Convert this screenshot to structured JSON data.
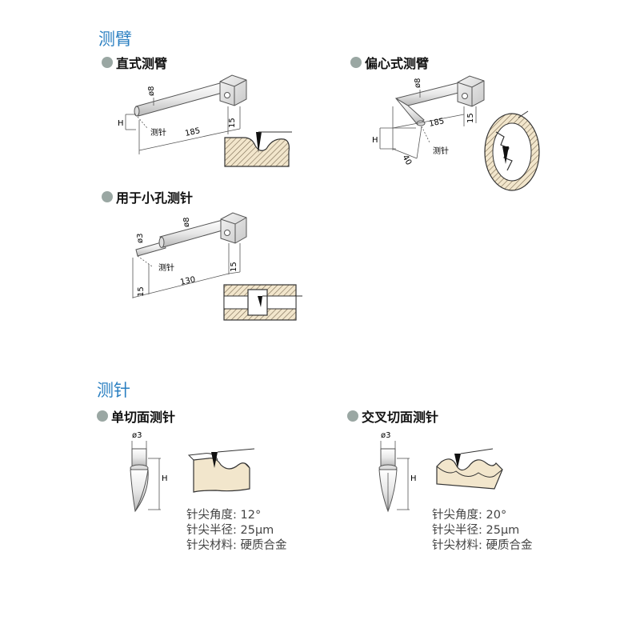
{
  "sections": {
    "arms_title": "测臂",
    "stylus_title": "测针"
  },
  "arms": {
    "straight": {
      "title": "直式测臂",
      "dia": "ø8",
      "h": "H",
      "probe": "测针",
      "length": "185",
      "offset": "15"
    },
    "eccentric": {
      "title": "偏心式测臂",
      "dia": "ø8",
      "h": "H",
      "probe": "测针",
      "length": "185",
      "offset": "15",
      "ecc": "40"
    },
    "small_hole": {
      "title": "用于小孔测针",
      "dia1": "ø3",
      "dia2": "ø8",
      "probe": "测针",
      "left": "15",
      "length": "130",
      "offset": "15"
    }
  },
  "styli": {
    "single": {
      "title": "单切面测针",
      "dia": "ø3",
      "h": "H",
      "specs": [
        "针尖角度: 12°",
        "针尖半径: 25µm",
        "针尖材料: 硬质合金"
      ]
    },
    "cross": {
      "title": "交叉切面测针",
      "dia": "ø3",
      "h": "H",
      "specs": [
        "针尖角度: 20°",
        "针尖半径: 25µm",
        "针尖材料: 硬质合金"
      ]
    }
  },
  "colors": {
    "accent": "#2a7fc1",
    "bullet": "#9aa7a3",
    "workpiece": "#f2e6cc"
  }
}
